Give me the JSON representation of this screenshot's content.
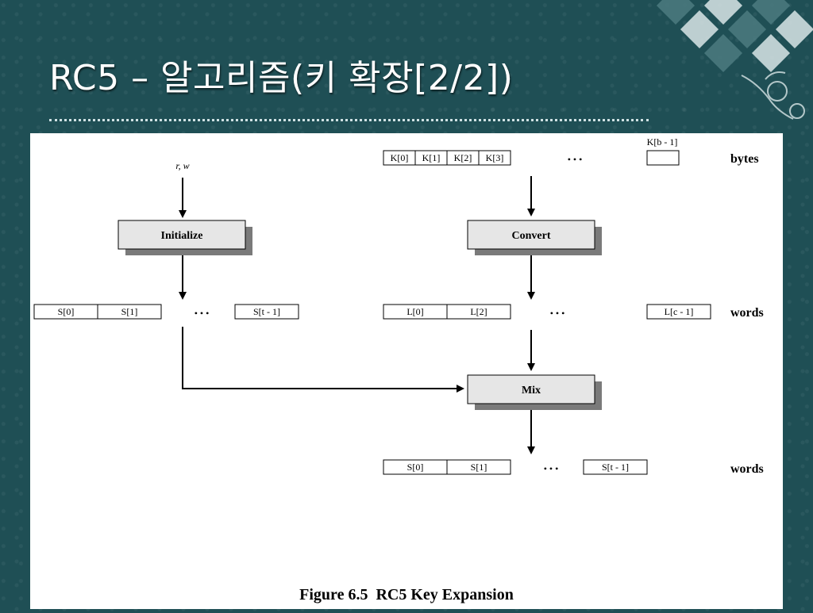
{
  "slide": {
    "title": "RC5 – 알고리즘(키 확장[2/2])"
  },
  "diagram": {
    "params_label": "r, w",
    "boxes": {
      "initialize": "Initialize",
      "convert": "Convert",
      "mix": "Mix"
    },
    "key_bytes": [
      "K[0]",
      "K[1]",
      "K[2]",
      "K[3]"
    ],
    "key_last": "K[b - 1]",
    "s_initial": [
      "S[0]",
      "S[1]"
    ],
    "s_initial_last": "S[t - 1]",
    "l_words": [
      "L[0]",
      "L[2]"
    ],
    "l_last": "L[c - 1]",
    "s_final": [
      "S[0]",
      "S[1]"
    ],
    "s_final_last": "S[t - 1]",
    "ellipsis": "• • •",
    "unit_labels": {
      "bytes": "bytes",
      "words_top": "words",
      "words_bottom": "words"
    },
    "caption": "Figure 6.5  RC5 Key Expansion"
  },
  "colors": {
    "background": "#1f4f55",
    "box_fill": "#e6e6e6",
    "box_shadow": "#7a7a7a"
  }
}
